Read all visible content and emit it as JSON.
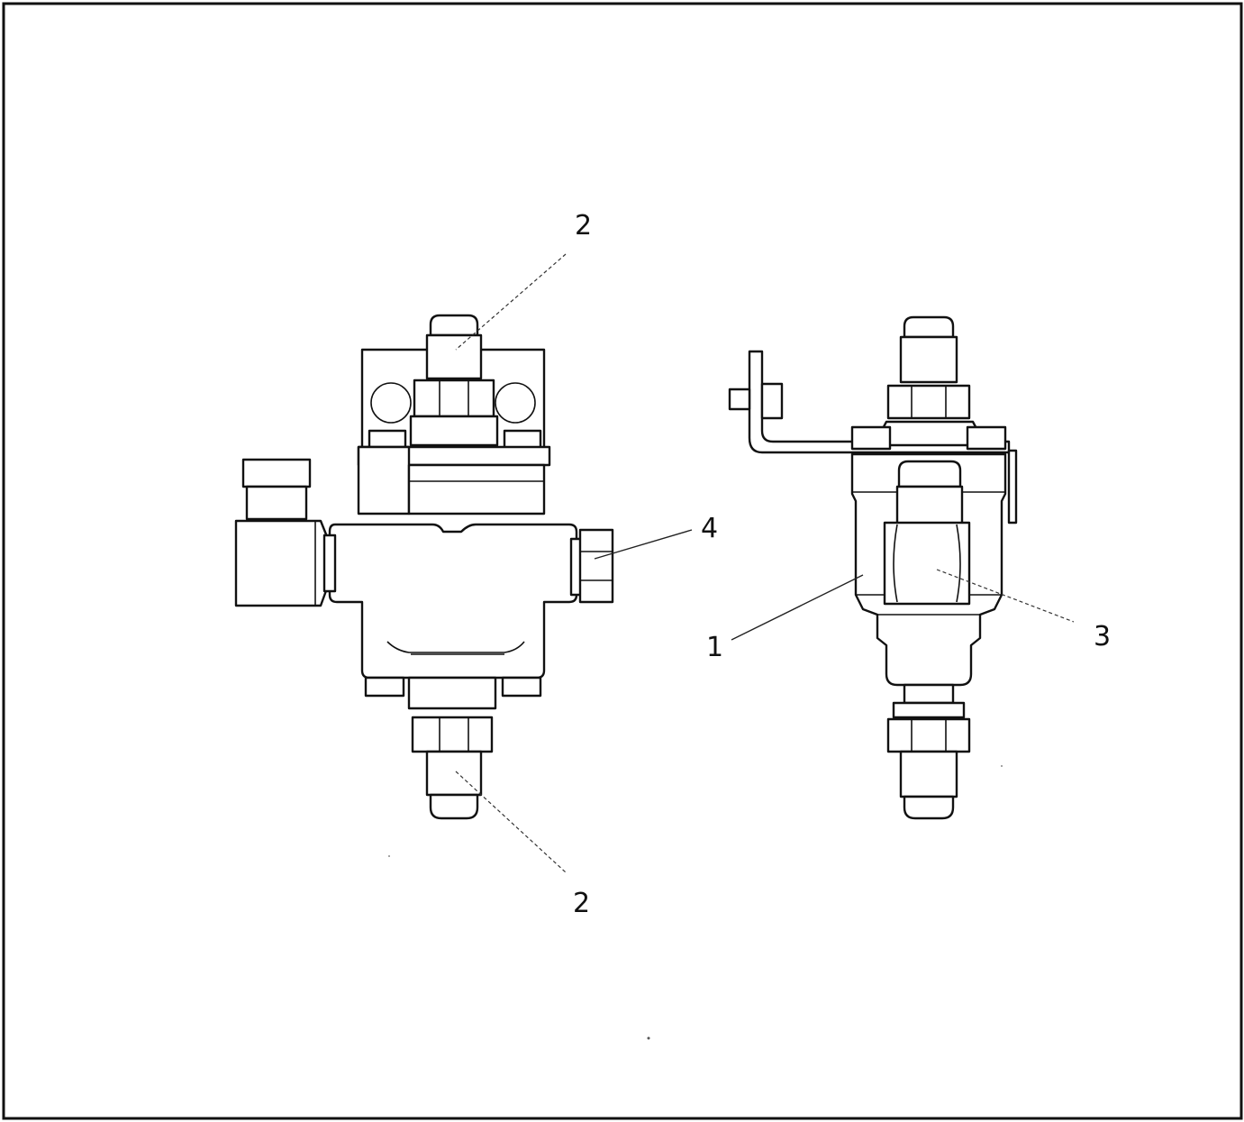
{
  "figure": {
    "callouts": {
      "left_top": "2",
      "left_bottom": "2",
      "left_side": "4",
      "right_body": "1",
      "right_port": "3"
    }
  },
  "colors": {
    "line": "#111111",
    "background": "#ffffff"
  }
}
